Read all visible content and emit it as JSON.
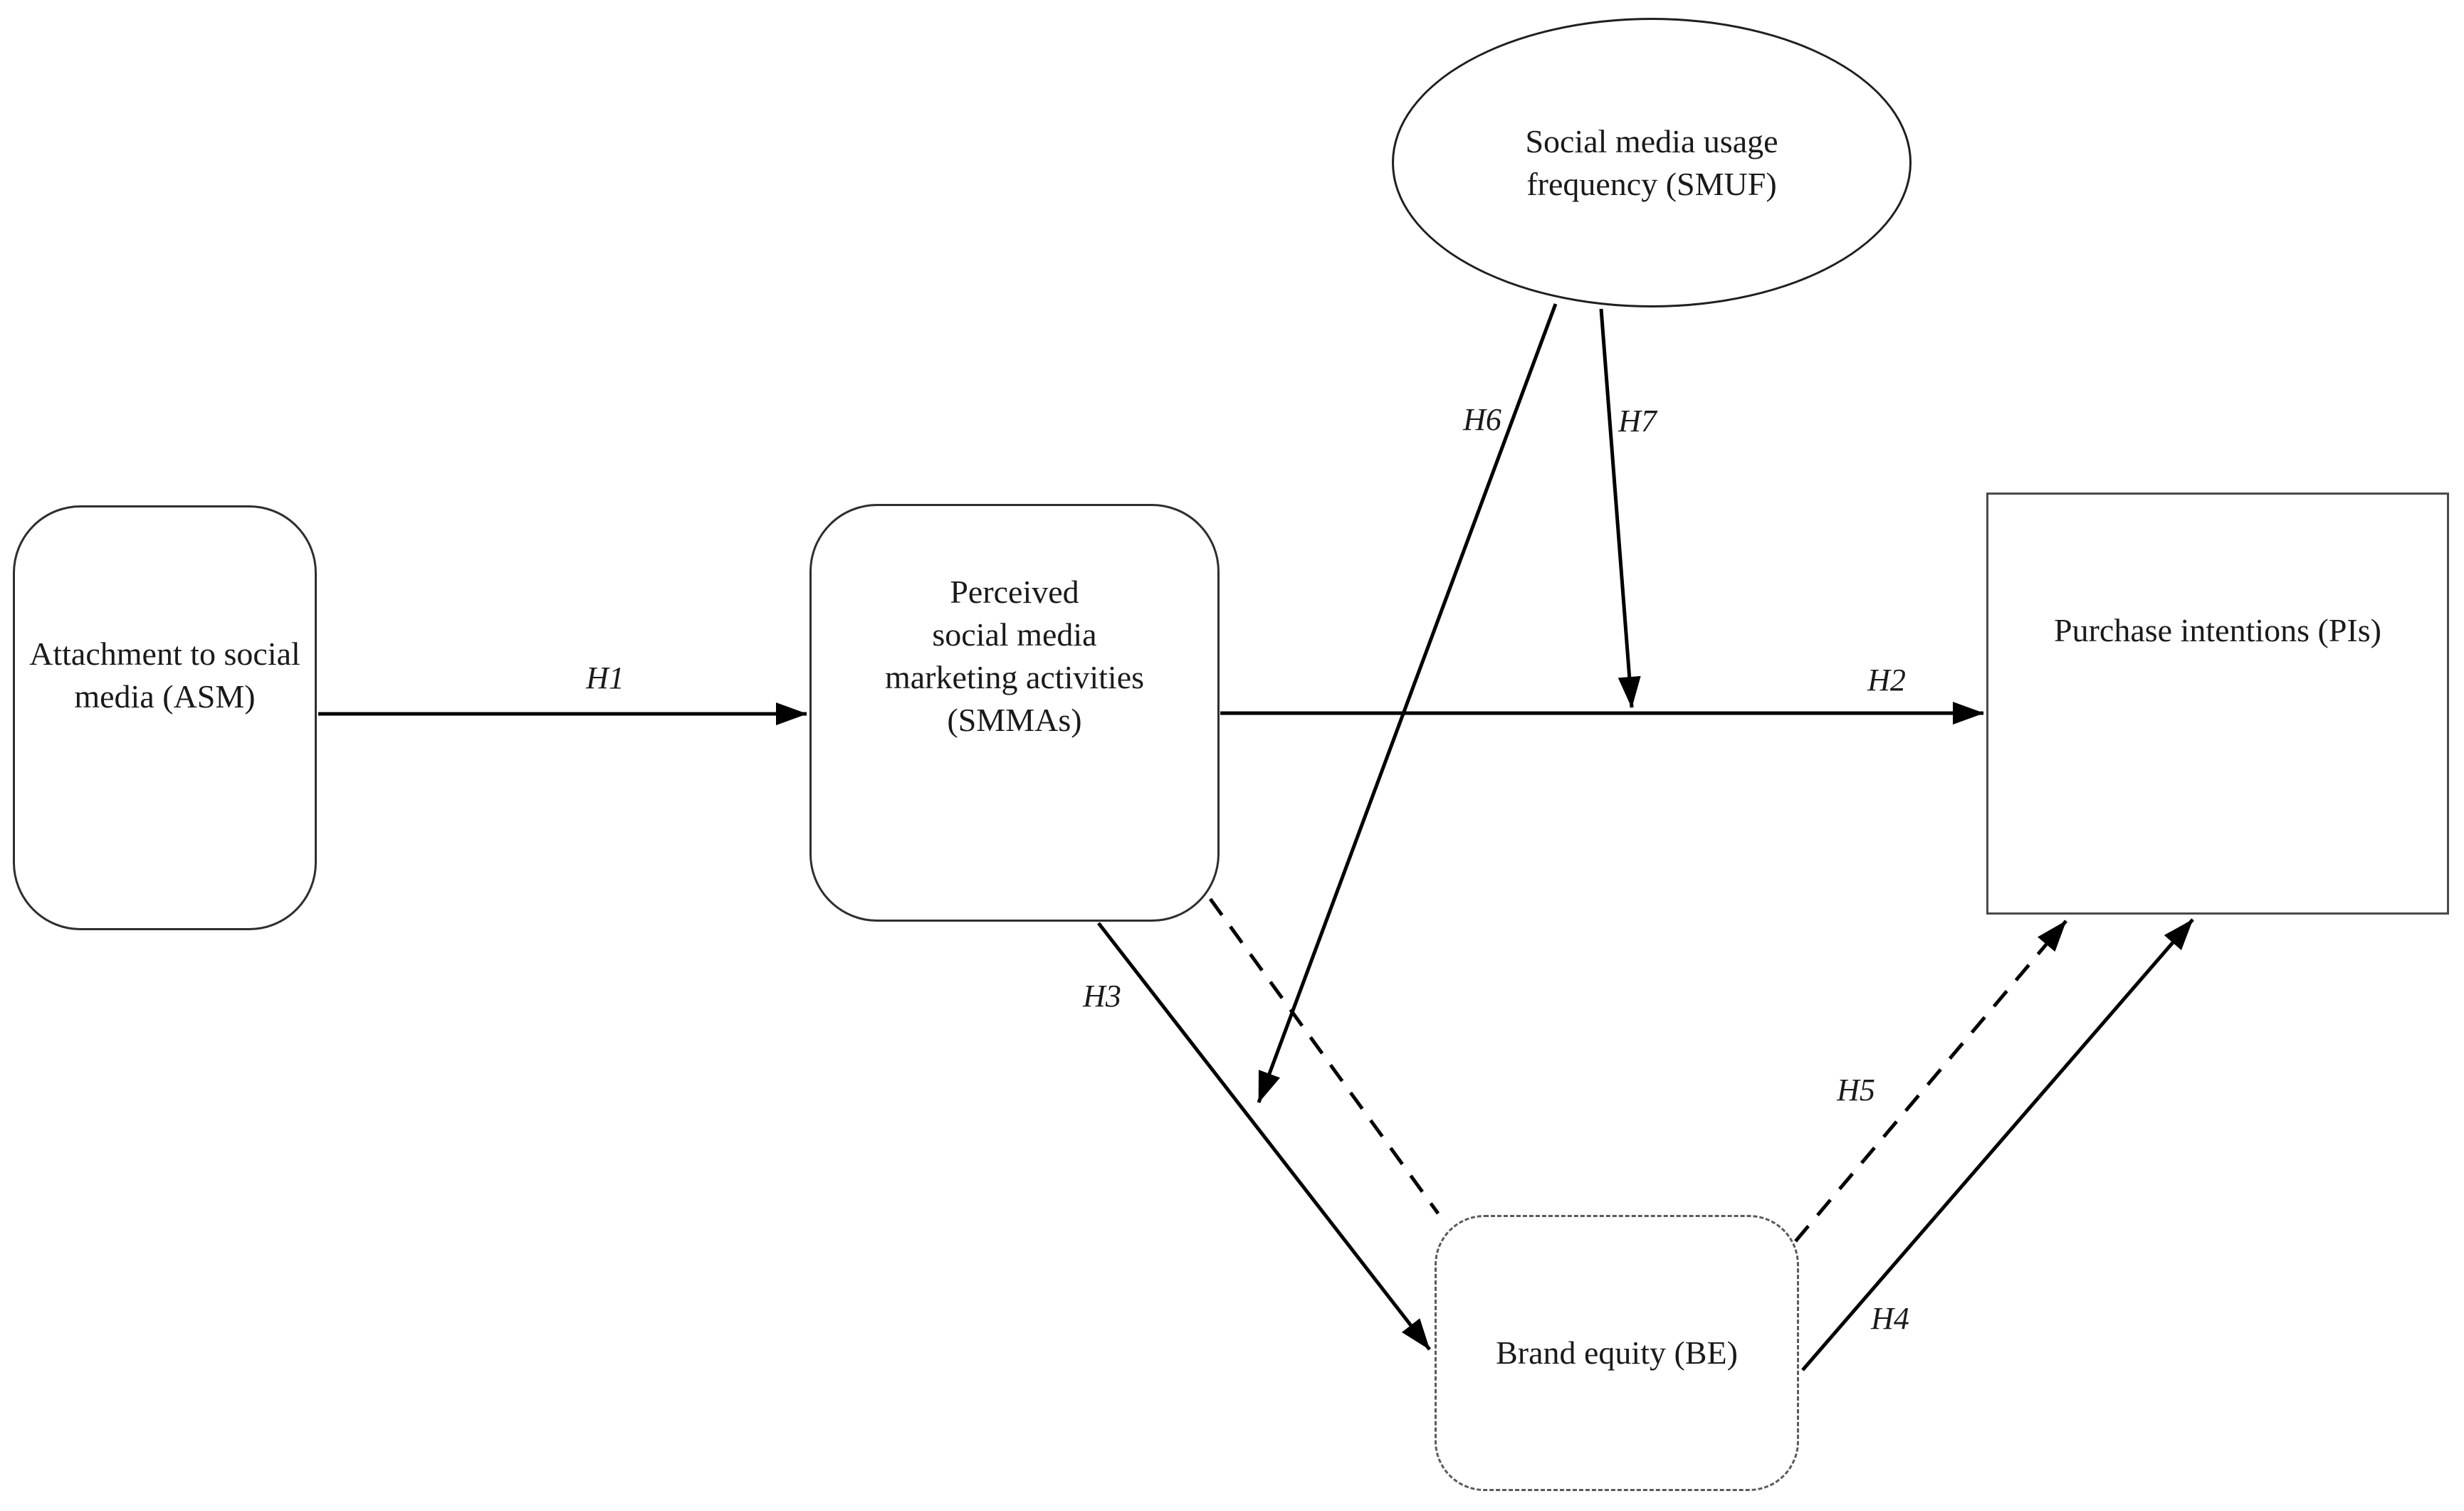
{
  "diagram": {
    "type": "conceptual-model-path-diagram",
    "background": "#ffffff"
  },
  "nodes": {
    "smuf": {
      "label": "Social media usage\nfrequency (SMUF)",
      "shape": "ellipse"
    },
    "asm": {
      "label": "Attachment to social\nmedia (ASM)",
      "shape": "rounded-rectangle"
    },
    "smmas": {
      "label": "Perceived\nsocial media\nmarketing activities\n(SMMAs)",
      "shape": "rounded-rectangle"
    },
    "pis": {
      "label": "Purchase intentions (PIs)",
      "shape": "rectangle"
    },
    "be": {
      "label": "Brand equity (BE)",
      "shape": "dashed-rounded-rectangle"
    }
  },
  "edges": [
    {
      "label": "H1",
      "from": "ASM",
      "to": "SMMAs",
      "style": "solid",
      "type": "direct"
    },
    {
      "label": "H2",
      "from": "SMMAs",
      "to": "PIs",
      "style": "solid",
      "type": "direct"
    },
    {
      "label": "H3",
      "from": "SMMAs",
      "to": "BE",
      "style": "solid",
      "type": "direct"
    },
    {
      "label": "H4",
      "from": "BE",
      "to": "PIs",
      "style": "solid",
      "type": "direct"
    },
    {
      "label": "H5",
      "from": "BE",
      "to": "PIs",
      "style": "dashed",
      "type": "direct"
    },
    {
      "label": "H6",
      "from": "SMUF",
      "to": "SMMAs-BE path",
      "style": "solid",
      "type": "moderation"
    },
    {
      "label": "H7",
      "from": "SMUF",
      "to": "SMMAs-PIs path",
      "style": "solid",
      "type": "moderation"
    },
    {
      "label": "",
      "from": "SMMAs",
      "to": "BE",
      "style": "dashed",
      "type": "indirect"
    }
  ],
  "colors": {
    "arrow_stroke": "#000000",
    "box_border": "#2e2e2e",
    "pis_border": "#4a4a4a",
    "be_dashed_border": "#5a5a5a",
    "text": "#1a1a1a",
    "background": "#ffffff"
  }
}
